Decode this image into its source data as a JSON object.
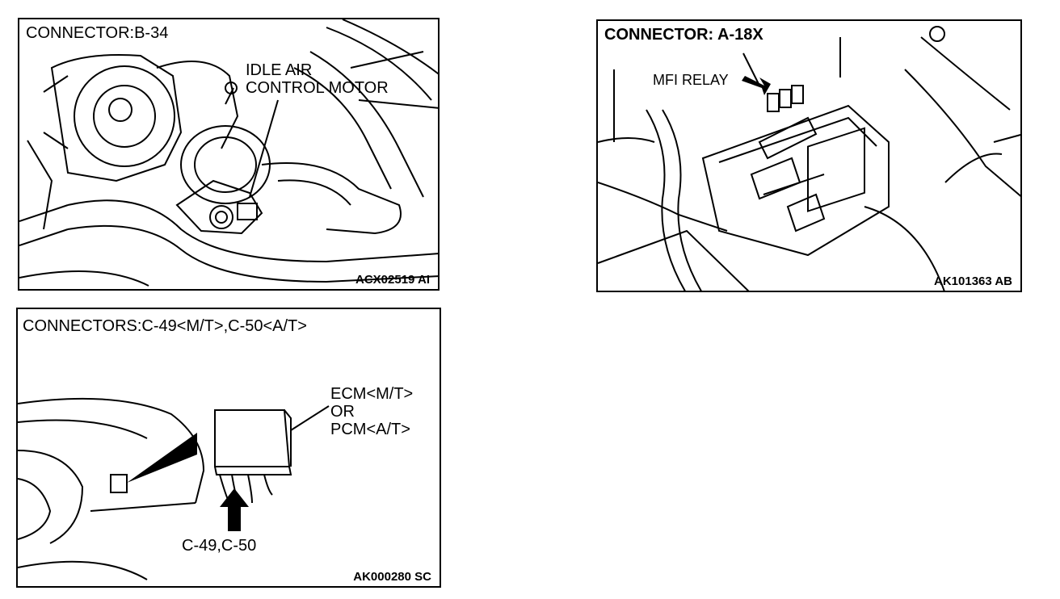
{
  "panel1": {
    "title": "CONNECTOR:B-34",
    "label_line1": "IDLE AIR",
    "label_line2": "CONTROL MOTOR",
    "code": "ACX02519 AI"
  },
  "panel2": {
    "title": "CONNECTOR: A-18X",
    "label": "MFI RELAY",
    "code": "AK101363 AB"
  },
  "panel3": {
    "title": "CONNECTORS:C-49<M/T>,C-50<A/T>",
    "label_line1": "ECM<M/T>",
    "label_line2": "OR",
    "label_line3": "PCM<A/T>",
    "connector_label": "C-49,C-50",
    "code": "AK000280 SC"
  }
}
